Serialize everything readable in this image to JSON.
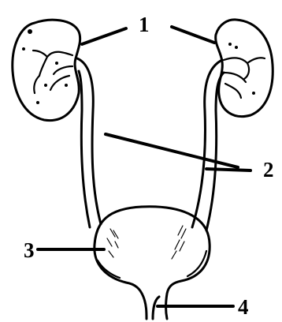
{
  "diagram": {
    "labels": {
      "kidneys": "1",
      "ureters": "2",
      "bladder": "3",
      "urethra": "4"
    }
  },
  "colors": {
    "ink": "#000000",
    "paper": "#ffffff"
  }
}
